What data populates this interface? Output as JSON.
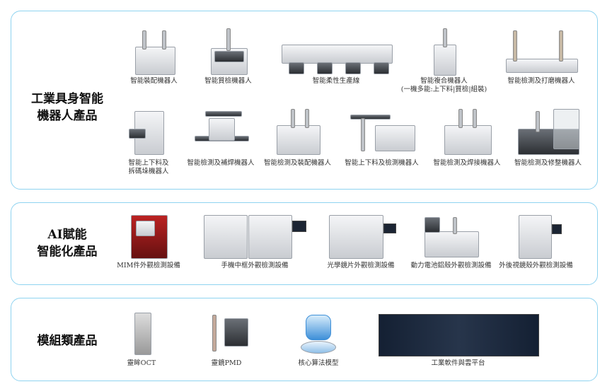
{
  "sections": [
    {
      "title_lines": [
        "工業具身智能",
        "機器人產品"
      ],
      "items": [
        {
          "caption": [
            "智能裝配機器人"
          ]
        },
        {
          "caption": [
            "智能質檢機器人"
          ]
        },
        {
          "caption": [
            "智能柔性生產線"
          ]
        },
        {
          "caption": [
            "智能複合機器人",
            "(一機多能:上下料|質檢|組裝)"
          ]
        },
        {
          "caption": [
            "智能檢測及打磨機器人"
          ]
        },
        {
          "caption": [
            "智能上下料及",
            "拆碼垛機器人"
          ]
        },
        {
          "caption": [
            "智能檢測及補焊機器人"
          ]
        },
        {
          "caption": [
            "智能檢測及裝配機器人"
          ]
        },
        {
          "caption": [
            "智能上下料及檢測機器人"
          ]
        },
        {
          "caption": [
            "智能檢測及焊接機器人"
          ]
        },
        {
          "caption": [
            "智能檢測及修整機器人"
          ]
        }
      ]
    },
    {
      "title_lines": [
        "AI賦能",
        "智能化產品"
      ],
      "items": [
        {
          "caption": [
            "MIM件外觀檢測設備"
          ]
        },
        {
          "caption": [
            "手機中框外觀檢測設備"
          ]
        },
        {
          "caption": [
            "光學鏡片外觀檢測設備"
          ]
        },
        {
          "caption": [
            "動力電池鋁殼外觀檢測設備"
          ]
        },
        {
          "caption": [
            "外後視鏡殼外觀檢測設備"
          ]
        }
      ]
    },
    {
      "title_lines": [
        "模組類產品"
      ],
      "items": [
        {
          "caption": [
            "靈眸OCT"
          ]
        },
        {
          "caption": [
            "靈鏡PMD"
          ]
        },
        {
          "caption": [
            "核心算法模型"
          ]
        },
        {
          "caption": [
            "工業軟件與雲平台"
          ]
        }
      ]
    }
  ],
  "colors": {
    "border": "#8fd3f0"
  }
}
